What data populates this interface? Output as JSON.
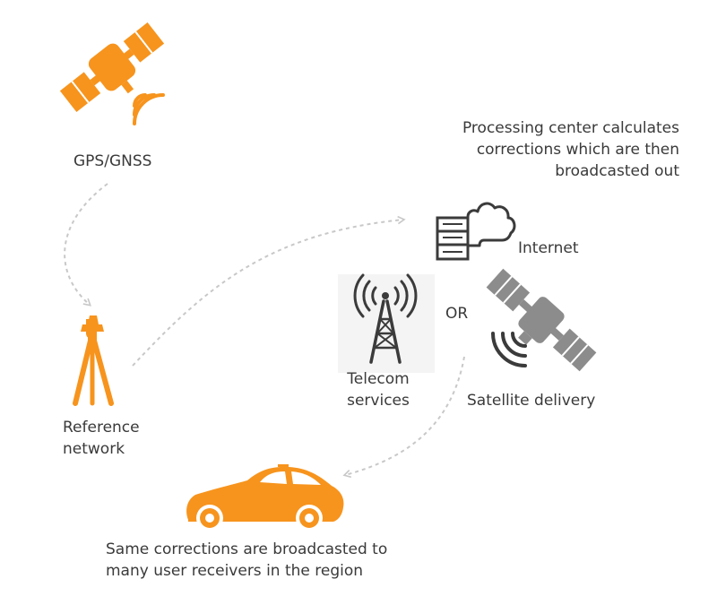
{
  "labels": {
    "gps": "GPS/GNSS",
    "reference": [
      "Reference",
      "network"
    ],
    "processing": [
      "Processing center calculates",
      "corrections which are then",
      "broadcasted out"
    ],
    "internet": "Internet",
    "or": "OR",
    "telecom": [
      "Telecom",
      "services"
    ],
    "satellite_delivery": "Satellite delivery",
    "user": [
      "Same corrections are broadcasted to",
      "many user receivers in the region"
    ]
  },
  "icons": {
    "satellite_top": "satellite-icon",
    "reference_station": "survey-tripod-icon",
    "server": "server-icon",
    "cloud": "cloud-icon",
    "tower": "cell-tower-icon",
    "satellite_delivery": "satellite-icon",
    "car": "car-icon"
  },
  "colors": {
    "accent": "#f7941d",
    "dark": "#3b3b3b",
    "gray": "#8c8c8c",
    "arrow": "#c8c8c8",
    "tower_bg": "#f4f4f4"
  }
}
